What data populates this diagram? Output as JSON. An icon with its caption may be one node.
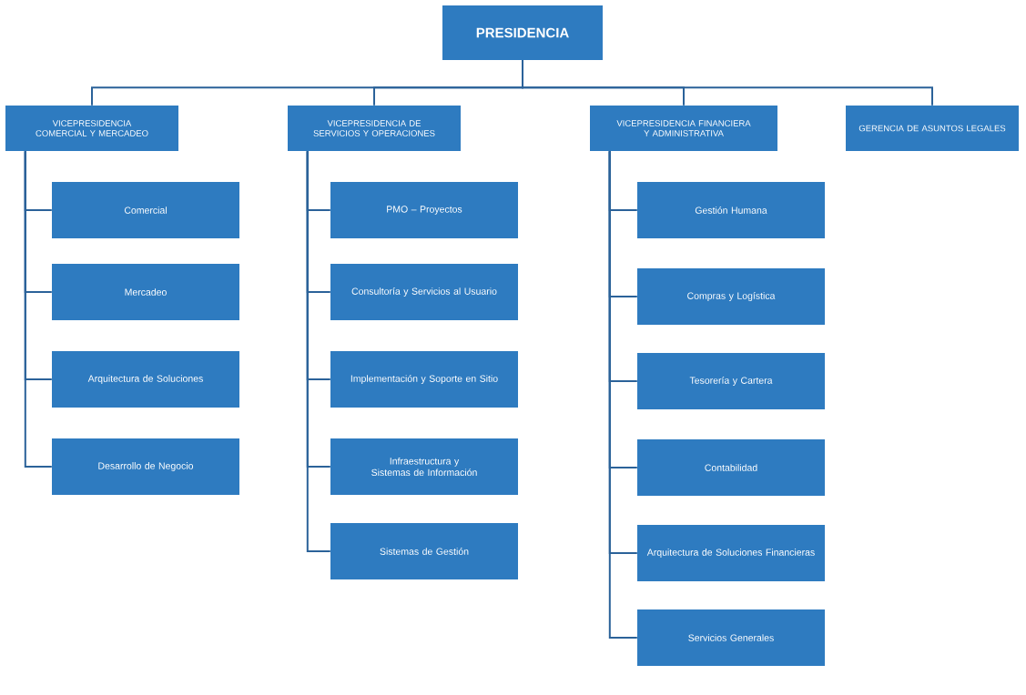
{
  "diagram": {
    "nodes": [
      {
        "text": [
          "PRESIDENCIA"
        ]
      },
      {
        "text": [
          "VICEPRESIDENCIA COMERCIAL Y MERCADEO"
        ]
      },
      {
        "text": [
          "VICEPRESIDENCIA DE SERVICIOS Y OPERACIONES"
        ]
      },
      {
        "text": [
          "VICEPRESIDENCIA FINANCIERA Y ADMINISTRATIVA"
        ]
      },
      {
        "text": [
          "GERENCIA DE ASUNTOS LEGALES"
        ]
      },
      {
        "text": [
          "Comercial"
        ]
      },
      {
        "text": [
          "Mercadeo"
        ]
      },
      {
        "text": [
          "Arquitectura de Soluciones"
        ]
      },
      {
        "text": [
          "Desarrollo de Negocio"
        ]
      },
      {
        "text": [
          "PMO – Proyectos"
        ]
      },
      {
        "text": [
          "Consultoría y Servicios al Usuario"
        ]
      },
      {
        "text": [
          "Implementación y Soporte en Sitio"
        ]
      },
      {
        "text": [
          "Infraestructura y Sistemas de Información"
        ]
      },
      {
        "text": [
          "Sistemas de Gestión"
        ]
      },
      {
        "text": [
          "Gestión Humana"
        ]
      },
      {
        "text": [
          "Compras y Logística"
        ]
      },
      {
        "text": [
          "Tesorería y Cartera"
        ]
      },
      {
        "text": [
          "Contabilidad"
        ]
      },
      {
        "text": [
          "Arquitectura de Soluciones Financieras"
        ]
      },
      {
        "text": [
          "Servicios Generales"
        ]
      }
    ],
    "edges": [
      {
        "from": 0,
        "to": 1,
        "arrow": "none"
      },
      {
        "from": 0,
        "to": 2,
        "arrow": "none"
      },
      {
        "from": 0,
        "to": 3,
        "arrow": "none"
      },
      {
        "from": 0,
        "to": 4,
        "arrow": "none"
      },
      {
        "from": 1,
        "to": 5,
        "arrow": "none"
      },
      {
        "from": 1,
        "to": 6,
        "arrow": "none"
      },
      {
        "from": 1,
        "to": 7,
        "arrow": "none"
      },
      {
        "from": 1,
        "to": 8,
        "arrow": "none"
      },
      {
        "from": 2,
        "to": 9,
        "arrow": "none"
      },
      {
        "from": 2,
        "to": 10,
        "arrow": "none"
      },
      {
        "from": 2,
        "to": 11,
        "arrow": "none"
      },
      {
        "from": 2,
        "to": 12,
        "arrow": "none"
      },
      {
        "from": 2,
        "to": 13,
        "arrow": "none"
      },
      {
        "from": 3,
        "to": 14,
        "arrow": "none"
      },
      {
        "from": 3,
        "to": 15,
        "arrow": "none"
      },
      {
        "from": 3,
        "to": 16,
        "arrow": "none"
      },
      {
        "from": 3,
        "to": 17,
        "arrow": "none"
      },
      {
        "from": 3,
        "to": 18,
        "arrow": "none"
      },
      {
        "from": 3,
        "to": 19,
        "arrow": "none"
      }
    ]
  }
}
